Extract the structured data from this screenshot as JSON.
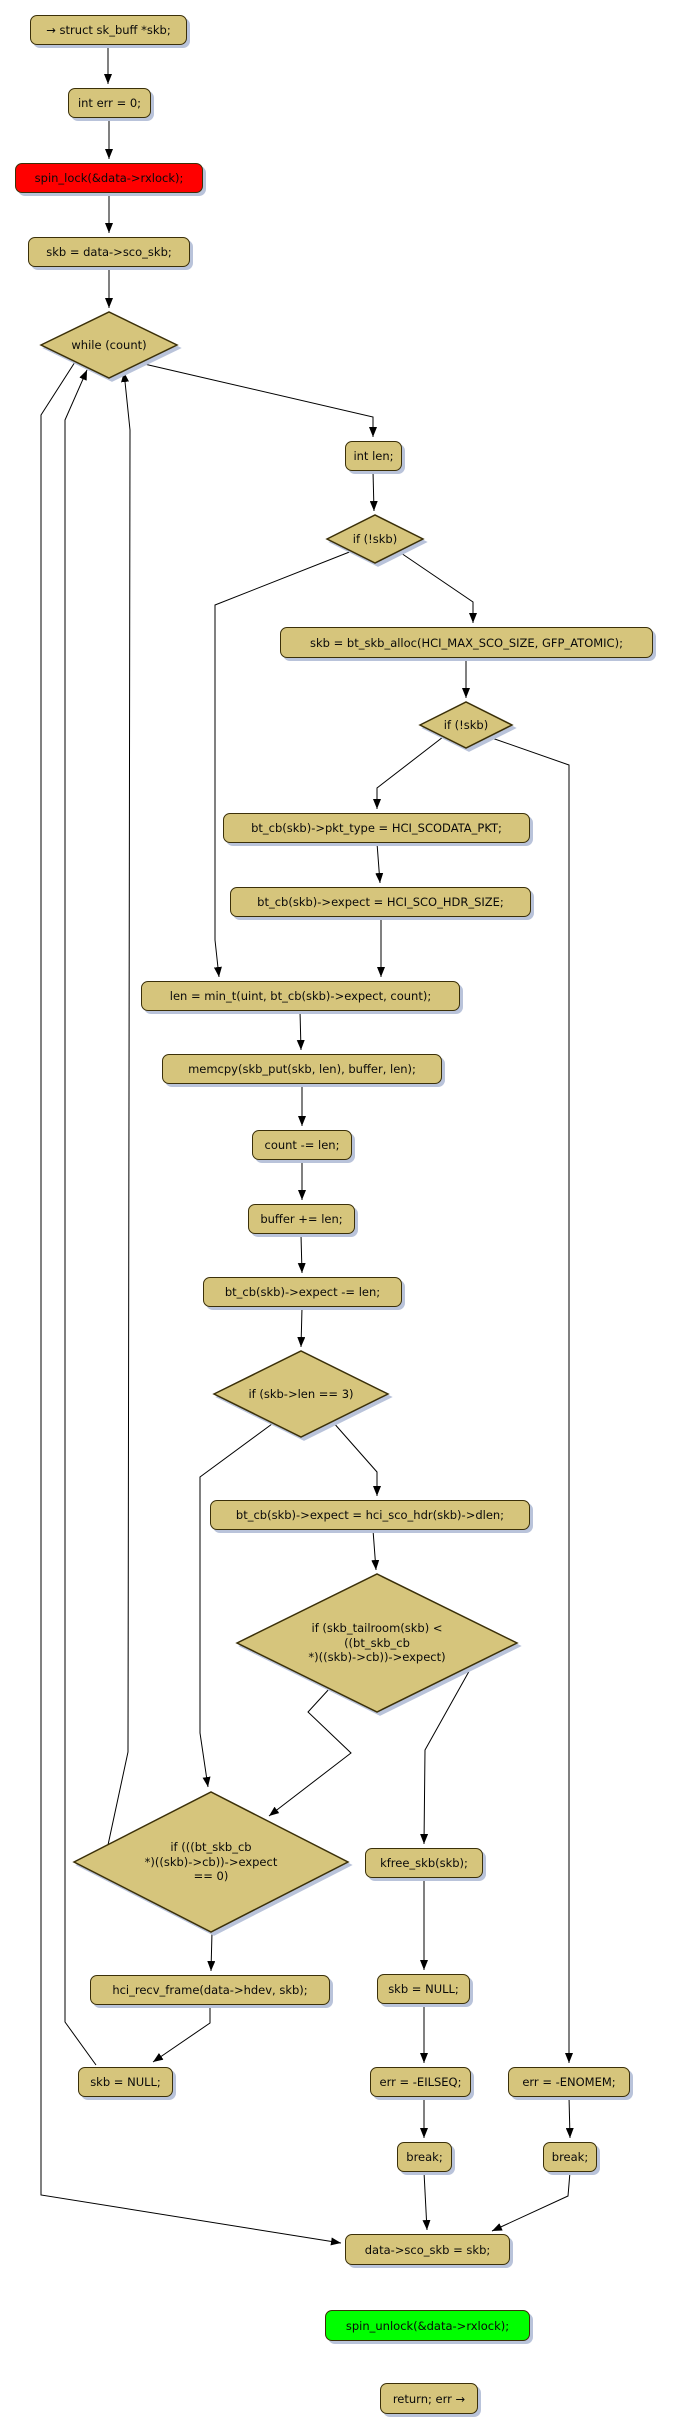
{
  "diagram_type": "control-flow-activity-diagram",
  "colors": {
    "node_fill": "#d6c57c",
    "node_border": "#3b3009",
    "shadow": "#b9c3da",
    "lock_fill": "#ff0000",
    "unlock_fill": "#00ff00",
    "edge": "#000000",
    "text": "#0a0a0a",
    "background": "#ffffff"
  },
  "nodes": {
    "start": {
      "label": "→ struct sk_buff *skb;"
    },
    "int_err": {
      "label": "int err = 0;"
    },
    "spin_lock": {
      "label": "spin_lock(&data->rxlock);"
    },
    "skb_assign": {
      "label": "skb = data->sco_skb;"
    },
    "while_count": {
      "label": "while (count)"
    },
    "int_len": {
      "label": "int len;"
    },
    "if_not_skb_1": {
      "label": "if (!skb)"
    },
    "bt_skb_alloc": {
      "label": "skb = bt_skb_alloc(HCI_MAX_SCO_SIZE, GFP_ATOMIC);"
    },
    "if_not_skb_2": {
      "label": "if (!skb)"
    },
    "pkt_type": {
      "label": "bt_cb(skb)->pkt_type = HCI_SCODATA_PKT;"
    },
    "expect_hdr": {
      "label": "bt_cb(skb)->expect = HCI_SCO_HDR_SIZE;"
    },
    "len_min_t": {
      "label": "len = min_t(uint, bt_cb(skb)->expect, count);"
    },
    "memcpy": {
      "label": "memcpy(skb_put(skb, len), buffer, len);"
    },
    "count_sub": {
      "label": "count -= len;"
    },
    "buffer_add": {
      "label": "buffer += len;"
    },
    "expect_sub": {
      "label": "bt_cb(skb)->expect -= len;"
    },
    "if_skb_len_3": {
      "label": "if (skb->len == 3)"
    },
    "expect_dlen": {
      "label": "bt_cb(skb)->expect = hci_sco_hdr(skb)->dlen;"
    },
    "if_tailroom": {
      "label": "if (skb_tailroom(skb) <\n((bt_skb_cb\n*)((skb)->cb))->expect)"
    },
    "if_expect_zero": {
      "label": "if (((bt_skb_cb\n*)((skb)->cb))->expect\n== 0)"
    },
    "kfree_skb": {
      "label": "kfree_skb(skb);"
    },
    "hci_recv_frame": {
      "label": "hci_recv_frame(data->hdev, skb);"
    },
    "skb_null_left": {
      "label": "skb = NULL;"
    },
    "skb_null_right": {
      "label": "skb = NULL;"
    },
    "err_eilseq": {
      "label": "err = -EILSEQ;"
    },
    "err_enomem": {
      "label": "err = -ENOMEM;"
    },
    "break_1": {
      "label": "break;"
    },
    "break_2": {
      "label": "break;"
    },
    "sco_skb_assign": {
      "label": "data->sco_skb = skb;"
    },
    "spin_unlock": {
      "label": "spin_unlock(&data->rxlock);"
    },
    "return_err": {
      "label": "return; err →"
    }
  }
}
